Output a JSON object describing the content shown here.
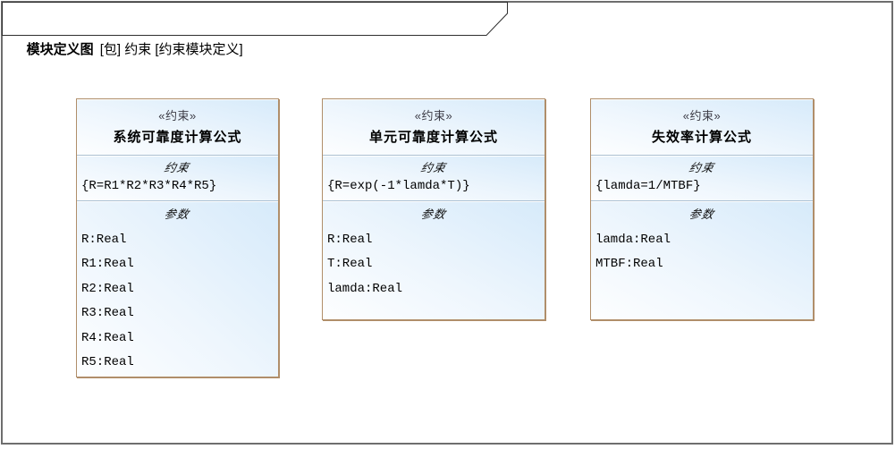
{
  "diagram": {
    "type_label": "模块定义图",
    "context_label": "[包] 约束 [约束模块定义]"
  },
  "blocks": [
    {
      "stereotype": "«约束»",
      "name": "系统可靠度计算公式",
      "constraint_label": "约束",
      "constraint": "{R=R1*R2*R3*R4*R5}",
      "params_label": "参数",
      "params": [
        "R:Real",
        "R1:Real",
        "R2:Real",
        "R3:Real",
        "R4:Real",
        "R5:Real"
      ]
    },
    {
      "stereotype": "«约束»",
      "name": "单元可靠度计算公式",
      "constraint_label": "约束",
      "constraint": "{R=exp(-1*lamda*T)}",
      "params_label": "参数",
      "params": [
        "R:Real",
        "T:Real",
        "lamda:Real"
      ]
    },
    {
      "stereotype": "«约束»",
      "name": "失效率计算公式",
      "constraint_label": "约束",
      "constraint": "{lamda=1/MTBF}",
      "params_label": "参数",
      "params": [
        "lamda:Real",
        "MTBF:Real"
      ]
    }
  ],
  "colors": {
    "block_border": "#b08e6a",
    "compartment_fill_top": "#d6eafa",
    "compartment_fill_bottom": "#fdfeff",
    "separator": "#abc0d2",
    "frame_border": "#6e6e6e",
    "tab_border": "#2f2f2f",
    "stereotype_text": "#3c3c46"
  }
}
